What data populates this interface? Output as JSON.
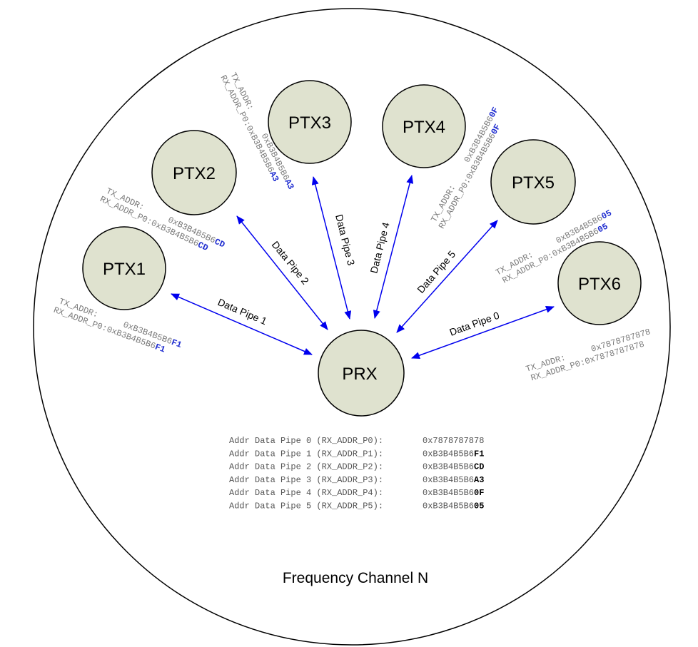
{
  "colors": {
    "node_fill": "#dfe2cf",
    "arrow": "#0000ee",
    "highlight": "#1f2dd0"
  },
  "nodes": {
    "prx": "PRX",
    "ptx1": "PTX1",
    "ptx2": "PTX2",
    "ptx3": "PTX3",
    "ptx4": "PTX4",
    "ptx5": "PTX5",
    "ptx6": "PTX6"
  },
  "pipes": {
    "p0": "Data Pipe 0",
    "p1": "Data Pipe 1",
    "p2": "Data Pipe 2",
    "p3": "Data Pipe 3",
    "p4": "Data Pipe 4",
    "p5": "Data Pipe 5"
  },
  "addr_labels": {
    "tx": "TX_ADDR:",
    "rx": "RX_ADDR_P0:"
  },
  "node_addr": {
    "ptx1": {
      "base": "0xB3B4B5B6",
      "suffix": "F1"
    },
    "ptx2": {
      "base": "0xB3B4B5B6",
      "suffix": "CD"
    },
    "ptx3": {
      "base": "0xB3B4B5B6",
      "suffix": "A3"
    },
    "ptx4": {
      "base": "0xB3B4B5B6",
      "suffix": "0F"
    },
    "ptx5": {
      "base": "0xB3B4B5B6",
      "suffix": "05"
    },
    "ptx6": {
      "full": "0x7878787878"
    }
  },
  "addr_table": [
    {
      "label": "Addr Data Pipe 0 (RX_ADDR_P0):",
      "base": "0x7878787878",
      "suffix": ""
    },
    {
      "label": "Addr Data Pipe 1 (RX_ADDR_P1):",
      "base": "0xB3B4B5B6",
      "suffix": "F1"
    },
    {
      "label": "Addr Data Pipe 2 (RX_ADDR_P2):",
      "base": "0xB3B4B5B6",
      "suffix": "CD"
    },
    {
      "label": "Addr Data Pipe 3 (RX_ADDR_P3):",
      "base": "0xB3B4B5B6",
      "suffix": "A3"
    },
    {
      "label": "Addr Data Pipe 4 (RX_ADDR_P4):",
      "base": "0xB3B4B5B6",
      "suffix": "0F"
    },
    {
      "label": "Addr Data Pipe 5 (RX_ADDR_P5):",
      "base": "0xB3B4B5B6",
      "suffix": "05"
    }
  ],
  "channel_label": "Frequency Channel N"
}
